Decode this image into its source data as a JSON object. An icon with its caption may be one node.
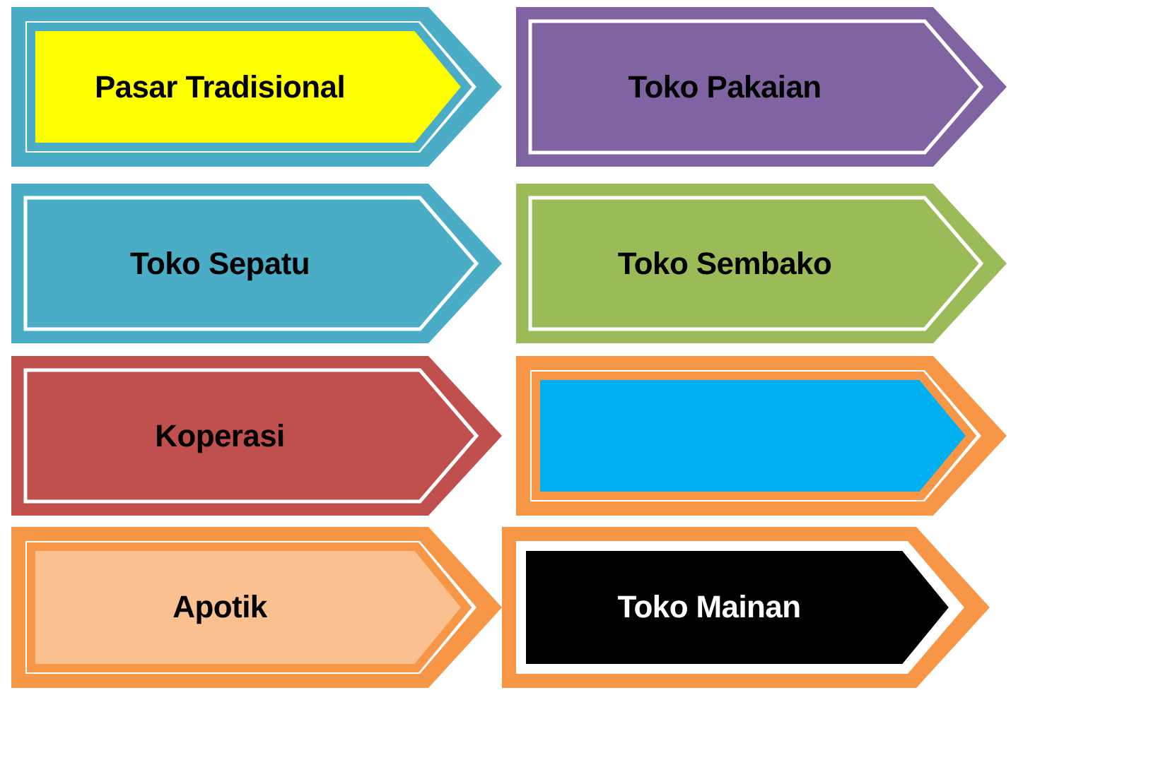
{
  "diagram": {
    "nodes": [
      {
        "text": [
          "Pasar Tradisional"
        ]
      },
      {
        "text": [
          "Toko Pakaian"
        ]
      },
      {
        "text": [
          "Toko Sepatu"
        ]
      },
      {
        "text": [
          "Toko Sembako"
        ]
      },
      {
        "text": [
          "Koperasi"
        ]
      },
      {
        "text": [],
        "shape": "pentagon"
      },
      {
        "text": [
          "Apotik"
        ]
      },
      {
        "text": [
          "Toko Mainan"
        ]
      }
    ]
  }
}
